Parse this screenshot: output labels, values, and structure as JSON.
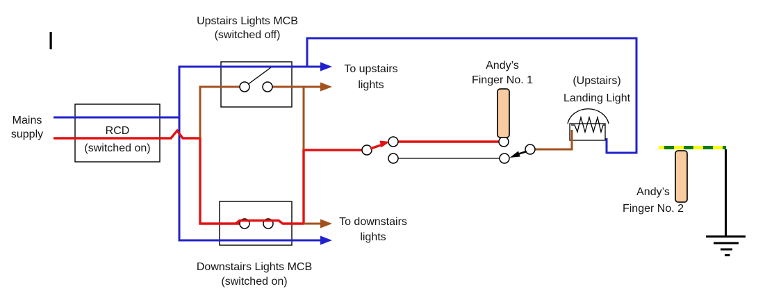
{
  "diagram_labels": {
    "mains": {
      "line1": "Mains",
      "line2": "supply"
    },
    "rcd": {
      "line1": "RCD",
      "line2": "(switched on)"
    },
    "upstairs_mcb": {
      "line1": "Upstairs Lights MCB",
      "line2": "(switched off)"
    },
    "downstairs_mcb": {
      "line1": "Downstairs Lights MCB",
      "line2": "(switched on)"
    },
    "to_upstairs": {
      "line1": "To upstairs",
      "line2": "lights"
    },
    "to_downstairs": {
      "line1": "To downstairs",
      "line2": "lights"
    },
    "finger1": {
      "line1": "Andy’s",
      "line2": "Finger No. 1"
    },
    "finger2": {
      "line1": "Andy’s",
      "line2": "Finger No. 2"
    },
    "landing_light": {
      "line1": "(Upstairs)",
      "line2": "Landing Light"
    }
  },
  "colors": {
    "live_red": "#e11212",
    "neutral_blue": "#2122cb",
    "switched_live_brown": "#a3511d",
    "earth_yellow": "#ffff00",
    "earth_green": "#0e7c10",
    "finger_fill": "#f8cba0",
    "line_black": "#000000"
  }
}
